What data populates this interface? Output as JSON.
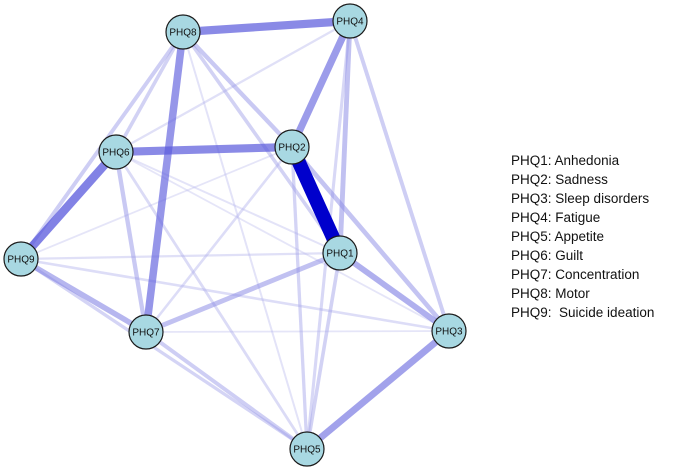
{
  "nodes": [
    {
      "id": "PHQ1",
      "label": "PHQ1"
    },
    {
      "id": "PHQ2",
      "label": "PHQ2"
    },
    {
      "id": "PHQ3",
      "label": "PHQ3"
    },
    {
      "id": "PHQ4",
      "label": "PHQ4"
    },
    {
      "id": "PHQ5",
      "label": "PHQ5"
    },
    {
      "id": "PHQ6",
      "label": "PHQ6"
    },
    {
      "id": "PHQ7",
      "label": "PHQ7"
    },
    {
      "id": "PHQ8",
      "label": "PHQ8"
    },
    {
      "id": "PHQ9",
      "label": "PHQ9"
    }
  ],
  "edges": [
    {
      "source": "PHQ2",
      "target": "PHQ1",
      "weight": 1.0
    },
    {
      "source": "PHQ8",
      "target": "PHQ4",
      "weight": 0.55
    },
    {
      "source": "PHQ6",
      "target": "PHQ2",
      "weight": 0.55
    },
    {
      "source": "PHQ6",
      "target": "PHQ9",
      "weight": 0.58
    },
    {
      "source": "PHQ8",
      "target": "PHQ7",
      "weight": 0.5
    },
    {
      "source": "PHQ4",
      "target": "PHQ2",
      "weight": 0.48
    },
    {
      "source": "PHQ3",
      "target": "PHQ5",
      "weight": 0.45
    },
    {
      "source": "PHQ1",
      "target": "PHQ3",
      "weight": 0.38
    },
    {
      "source": "PHQ9",
      "target": "PHQ7",
      "weight": 0.35
    },
    {
      "source": "PHQ1",
      "target": "PHQ7",
      "weight": 0.3
    },
    {
      "source": "PHQ4",
      "target": "PHQ1",
      "weight": 0.3
    },
    {
      "source": "PHQ2",
      "target": "PHQ3",
      "weight": 0.28
    },
    {
      "source": "PHQ6",
      "target": "PHQ7",
      "weight": 0.25
    },
    {
      "source": "PHQ8",
      "target": "PHQ2",
      "weight": 0.25
    },
    {
      "source": "PHQ4",
      "target": "PHQ3",
      "weight": 0.22
    },
    {
      "source": "PHQ7",
      "target": "PHQ5",
      "weight": 0.22
    },
    {
      "source": "PHQ8",
      "target": "PHQ9",
      "weight": 0.22
    },
    {
      "source": "PHQ8",
      "target": "PHQ6",
      "weight": 0.2
    },
    {
      "source": "PHQ8",
      "target": "PHQ1",
      "weight": 0.2
    },
    {
      "source": "PHQ1",
      "target": "PHQ5",
      "weight": 0.2
    },
    {
      "source": "PHQ2",
      "target": "PHQ5",
      "weight": 0.18
    },
    {
      "source": "PHQ9",
      "target": "PHQ5",
      "weight": 0.18
    },
    {
      "source": "PHQ4",
      "target": "PHQ5",
      "weight": 0.16
    },
    {
      "source": "PHQ6",
      "target": "PHQ5",
      "weight": 0.14
    },
    {
      "source": "PHQ9",
      "target": "PHQ3",
      "weight": 0.12
    },
    {
      "source": "PHQ7",
      "target": "PHQ2",
      "weight": 0.12
    },
    {
      "source": "PHQ6",
      "target": "PHQ4",
      "weight": 0.1
    },
    {
      "source": "PHQ9",
      "target": "PHQ1",
      "weight": 0.1
    },
    {
      "source": "PHQ8",
      "target": "PHQ5",
      "weight": 0.08
    },
    {
      "source": "PHQ6",
      "target": "PHQ1",
      "weight": 0.08
    },
    {
      "source": "PHQ6",
      "target": "PHQ3",
      "weight": 0.06
    },
    {
      "source": "PHQ7",
      "target": "PHQ3",
      "weight": 0.06
    },
    {
      "source": "PHQ9",
      "target": "PHQ2",
      "weight": 0.06
    }
  ],
  "legend": [
    {
      "code": "PHQ1:",
      "meaning": "Anhedonia"
    },
    {
      "code": "PHQ2:",
      "meaning": "Sadness"
    },
    {
      "code": "PHQ3:",
      "meaning": "Sleep disorders"
    },
    {
      "code": "PHQ4:",
      "meaning": "Fatigue"
    },
    {
      "code": "PHQ5:",
      "meaning": "Appetite"
    },
    {
      "code": "PHQ6:",
      "meaning": "Guilt"
    },
    {
      "code": "PHQ7:",
      "meaning": "Concentration"
    },
    {
      "code": "PHQ8:",
      "meaning": "Motor"
    },
    {
      "code": "PHQ9:",
      "meaning": " Suicide ideation"
    }
  ],
  "colors": {
    "node_fill": "#a8d8e2",
    "node_stroke": "#1a1a1a",
    "edge_strong": "#0000cc",
    "edge_weak": "#c8c8f0"
  }
}
